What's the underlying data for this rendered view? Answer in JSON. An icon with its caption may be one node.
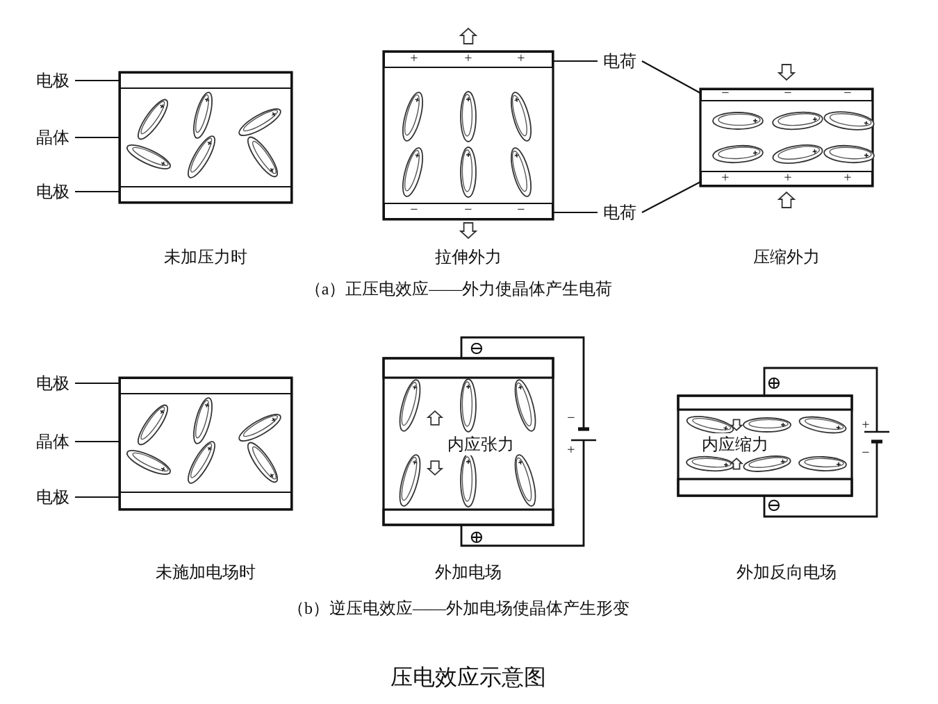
{
  "diagram": {
    "caption": "压电效应示意图",
    "nodes": [
      {
        "text": [
          "电极"
        ]
      },
      {
        "text": [
          "晶体"
        ]
      },
      {
        "text": [
          "电极"
        ]
      },
      {
        "text": [],
        "shape": "bar"
      },
      {
        "text": [],
        "shape": "box"
      },
      {
        "text": [],
        "shape": "bar"
      },
      {
        "text": [
          "电荷"
        ]
      },
      {
        "text": [
          "电荷"
        ]
      },
      {
        "text": [],
        "shape": "bar"
      },
      {
        "text": [],
        "shape": "bar"
      },
      {
        "text": [],
        "shape": "bar"
      },
      {
        "text": [],
        "shape": "bar"
      },
      {
        "text": [
          "电极"
        ]
      },
      {
        "text": [
          "晶体"
        ]
      },
      {
        "text": [
          "电极"
        ]
      },
      {
        "text": [],
        "shape": "bar"
      },
      {
        "text": [],
        "shape": "box"
      },
      {
        "text": [],
        "shape": "bar"
      }
    ],
    "edges": [
      {
        "from": 0,
        "to": 3,
        "arrow": "none"
      },
      {
        "from": 1,
        "to": 4,
        "arrow": "none"
      },
      {
        "from": 2,
        "to": 5,
        "arrow": "none"
      },
      {
        "from": 6,
        "to": 8,
        "arrow": "none"
      },
      {
        "from": 6,
        "to": 10,
        "arrow": "none"
      },
      {
        "from": 7,
        "to": 9,
        "arrow": "none"
      },
      {
        "from": 7,
        "to": 11,
        "arrow": "none"
      },
      {
        "from": 12,
        "to": 15,
        "arrow": "none"
      },
      {
        "from": 13,
        "to": 16,
        "arrow": "none"
      },
      {
        "from": 14,
        "to": 17,
        "arrow": "none"
      }
    ],
    "labels": [
      "+",
      "+",
      "+",
      "−",
      "−",
      "−",
      "−",
      "−",
      "−",
      "+",
      "+",
      "+",
      "未加压力时",
      "拉伸外力",
      "压缩外力",
      "（a）正压电效应——外力使晶体产生电荷",
      "⊖",
      "⊕",
      "−",
      "内应张力",
      "+",
      "内应缩力",
      "+",
      "−",
      "⊕",
      "⊖",
      "未施加电场时",
      "外加电场",
      "外加反向电场",
      "（b）逆压电效应——外加电场使晶体产生形变"
    ]
  }
}
